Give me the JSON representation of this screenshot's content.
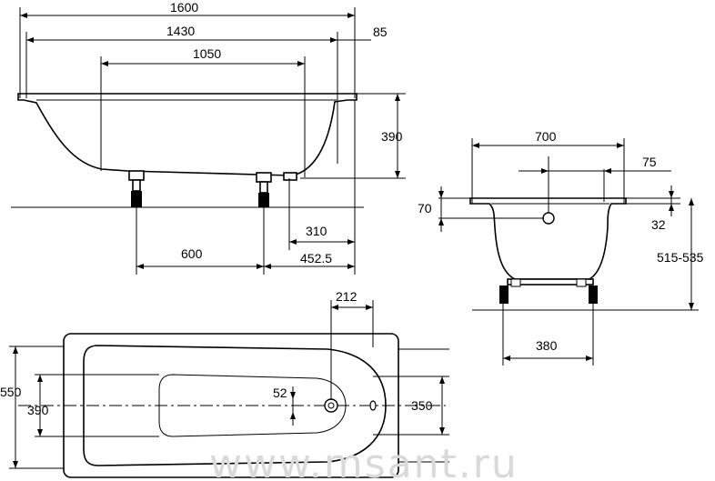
{
  "side_view": {
    "overall_length": "1600",
    "inner_length": "1430",
    "rim_offset": "85",
    "bottom_length": "1050",
    "depth": "390",
    "drain_offset": "310",
    "feet_spacing": "600",
    "feet_to_end": "452.5"
  },
  "end_view": {
    "width": "700",
    "drain_spacing": "75",
    "rim_height": "70",
    "drain_height": "32",
    "total_height": "515-535",
    "feet_width": "380"
  },
  "top_view": {
    "outer_width": "550",
    "inner_width": "390",
    "drain_from_end": "212",
    "drain_diameter": "52",
    "end_width": "350"
  },
  "watermark": "www.msant.ru"
}
